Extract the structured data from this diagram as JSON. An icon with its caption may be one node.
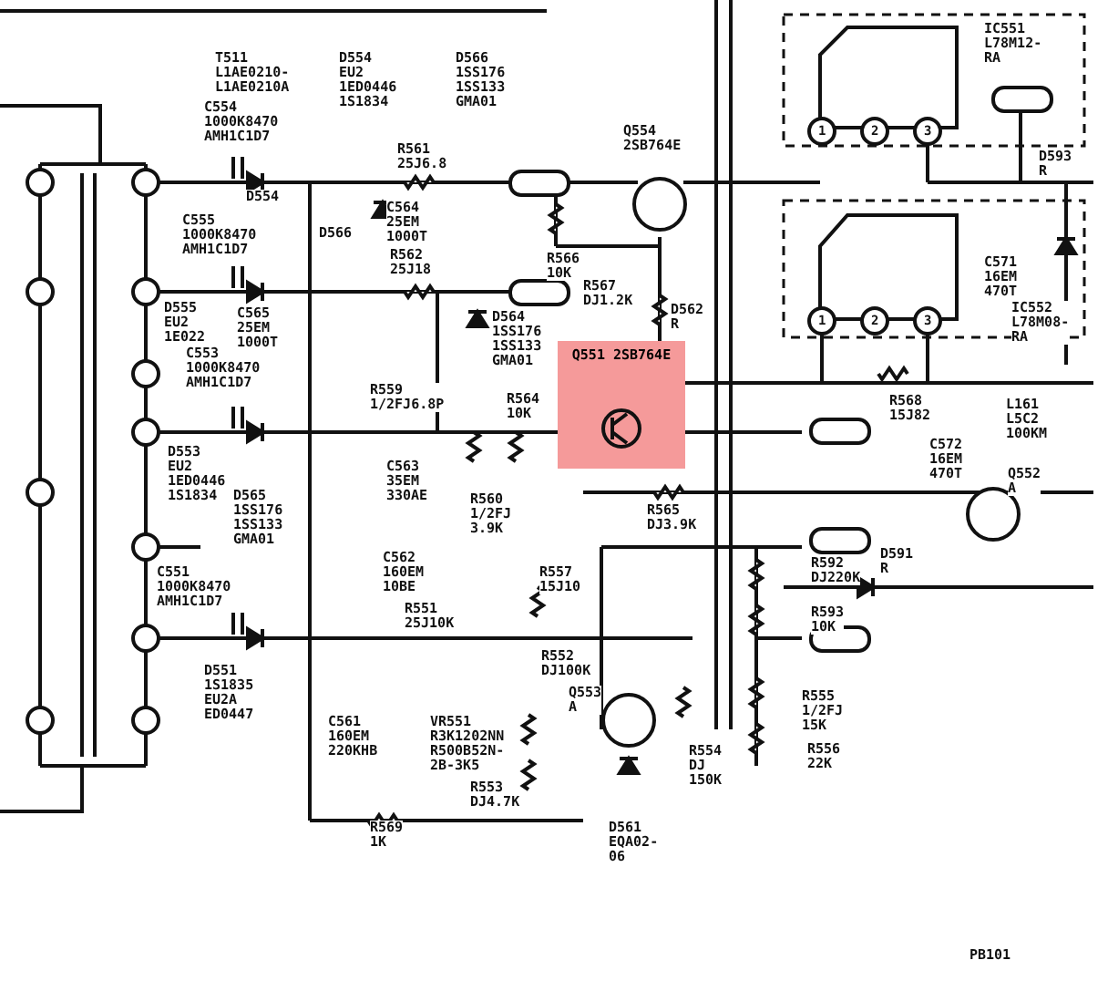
{
  "diagram": {
    "nodes": [
      {
        "text": [
          "Q551 2SB764E"
        ]
      }
    ],
    "labels": [
      "T511 L1AE0210- L1AE0210A",
      "D554 EU2 1ED0446 1S1834",
      "D566 1SS176 1SS133 GMA01",
      "IC551 L78M12-RA",
      "C554 1000K8470 AMH1C1D7",
      "R561 25J6.8",
      "Q554 2SB764E",
      "D593 R",
      "C555 1000K8470 AMH1C1D7",
      "D554",
      "D566",
      "C564 25EM 1000T",
      "R562 25J18",
      "R566 10K",
      "R567 DJ1.2K",
      "C571 16EM 470T",
      "D555 EU2 1E022",
      "C565 25EM 1000T",
      "D564 1SS176 1SS133 GMA01",
      "D562 R",
      "IC552 L78M08-RA",
      "C553 1000K8470 AMH1C1D7",
      "R559 1/2FJ6.8P",
      "R564 10K",
      "R568 15J82",
      "L161 L5C2 100KM",
      "C572 16EM 470T",
      "D553 EU2 1ED0446 1S1834",
      "C563 35EM 330AE",
      "D565 1SS176 1SS133 GMA01",
      "R560 1/2FJ 3.9K",
      "R565 DJ3.9K",
      "Q552 A",
      "C562 160EM 10BE",
      "R557 15J10",
      "R592 DJ220K",
      "D591 R",
      "R593 10K",
      "C551 1000K8470 AMH1C1D7",
      "R551 25J10K",
      "D551 1S1835 EU2A ED0447",
      "R552 DJ100K",
      "Q553 A",
      "C561 160EM 220KHB",
      "VR551 R3K1202NN R500B52N- 2B-3K5",
      "R555 1/2FJ 15K",
      "R554 DJ 150K",
      "R556 22K",
      "R553 DJ4.7K",
      "R569 1K",
      "D561 EQA02-06",
      "PB101",
      "1",
      "2",
      "3",
      "1",
      "2",
      "3"
    ]
  }
}
